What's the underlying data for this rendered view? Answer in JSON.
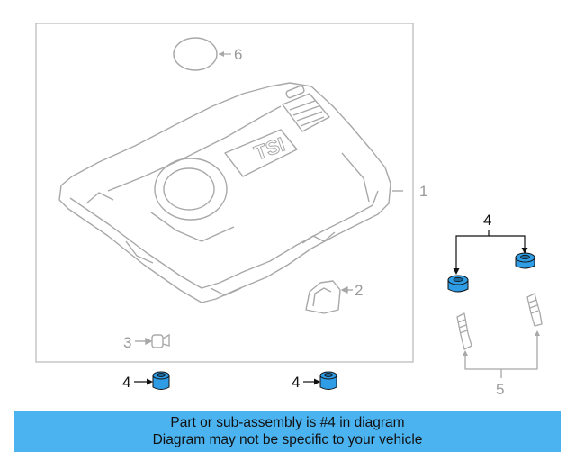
{
  "callouts": {
    "engine_cover": "1",
    "bracket": "2",
    "clip": "3",
    "grommet_left": "4",
    "grommet_right": "4",
    "grommet_group": "4",
    "studs": "5",
    "seal": "6"
  },
  "cover_logo": "TSI",
  "highlight_color": "#2e9de6",
  "banner": {
    "line1": "Part or sub-assembly is #4 in diagram",
    "line2": "Diagram may not be specific to your vehicle",
    "background": "#4bb3f0"
  }
}
